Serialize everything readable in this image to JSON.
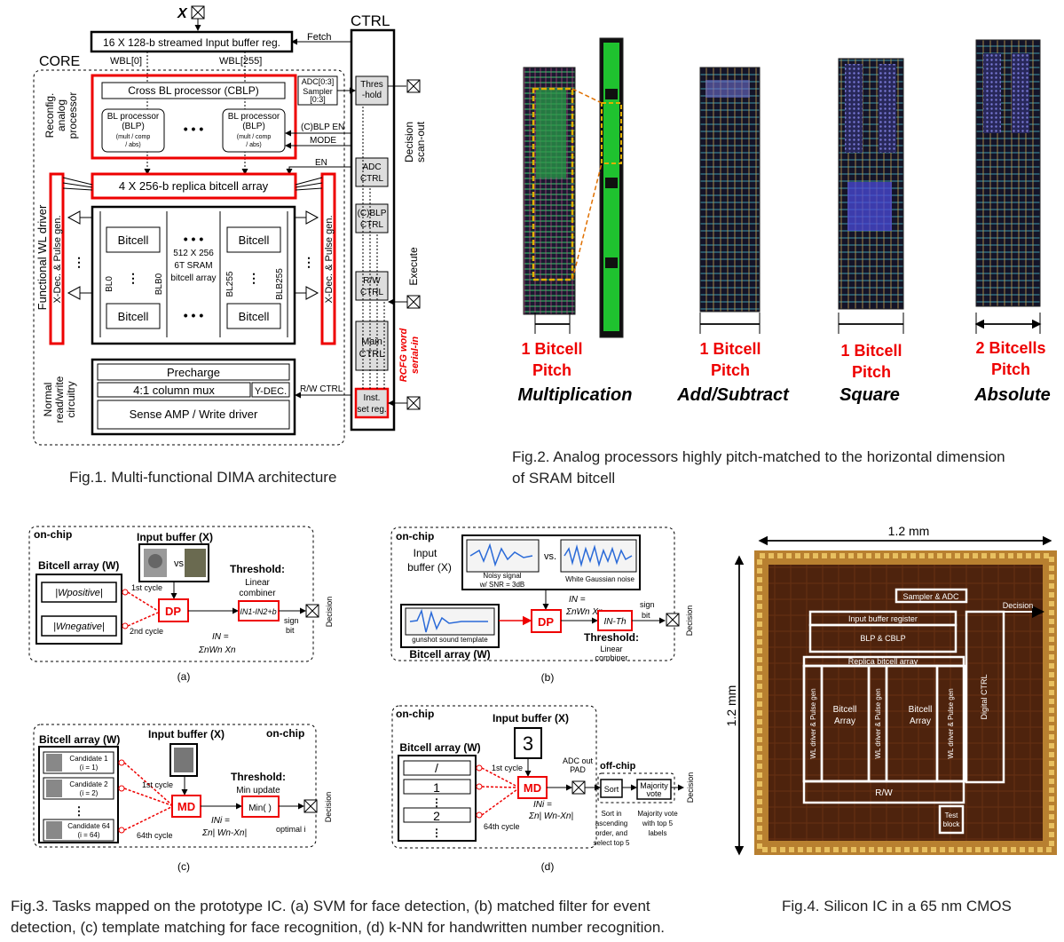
{
  "fig1": {
    "x_label": "X",
    "input_buffer": "16 X 128-b streamed Input buffer reg.",
    "fetch": "Fetch",
    "ctrl": "CTRL",
    "core": "CORE",
    "wbl0": "WBL[0]",
    "wbl255": "WBL[255]",
    "reconfig_label_1": "Reconfig.",
    "reconfig_label_2": "analog",
    "reconfig_label_3": "processor",
    "cblp": "Cross BL processor (CBLP)",
    "blp_1": "BL processor",
    "blp_2": "(BLP)",
    "blp_3": "(mult / comp",
    "blp_4": "/ abs)",
    "dots": "• • •",
    "adc_1": "ADC[0:3]",
    "adc_2": "Sampler",
    "adc_3": "[0:3]",
    "thres_1": "Thres",
    "thres_2": "-hold",
    "blp_en": "(C)BLP EN",
    "mode": "MODE",
    "en": "EN",
    "decision_1": "Decision",
    "decision_2": "scan-out",
    "replica": "4 X 256-b replica bitcell array",
    "adc_ctrl_1": "ADC",
    "adc_ctrl_2": "CTRL",
    "cblp_ctrl_1": "(C)BLP",
    "cblp_ctrl_2": "CTRL",
    "rw_ctrl_1": "R/W",
    "rw_ctrl_2": "CTRL",
    "main_ctrl_1": "Main",
    "main_ctrl_2": "CTRL",
    "inst_1": "Inst.",
    "inst_2": "set reg.",
    "execute": "Execute",
    "rcfg_1": "RCFG word",
    "rcfg_2": "serial-in",
    "wl_driver": "Functional WL driver",
    "xdec": "X-Dec. & Pulse gen.",
    "bitcell": "Bitcell",
    "sram_1": "512 X 256",
    "sram_2": "6T SRAM",
    "sram_3": "bitcell array",
    "bl0": "BL0",
    "blb0": "BLB0",
    "bl255": "BL255",
    "blb255": "BLB255",
    "precharge": "Precharge",
    "mux": "4:1 column mux",
    "ydec": "Y-DEC.",
    "sense": "Sense AMP / Write driver",
    "rw_ctrl_label": "R/W CTRL",
    "normal_1": "Normal",
    "normal_2": "read/write",
    "normal_3": "circuitry",
    "caption": "Fig.1. Multi-functional DIMA architecture"
  },
  "fig2": {
    "pitch_1": "1 Bitcell",
    "pitch_1b": "Pitch",
    "pitch_2": "1 Bitcell",
    "pitch_2b": "Pitch",
    "pitch_3": "1 Bitcell",
    "pitch_3b": "Pitch",
    "pitch_4": "2 Bitcells",
    "pitch_4b": "Pitch",
    "op_1": "Multiplication",
    "op_2": "Add/Subtract",
    "op_3": "Square",
    "op_4": "Absolute",
    "caption_1": "Fig.2. Analog processors highly pitch-matched to the horizontal dimension",
    "caption_2": "of SRAM bitcell"
  },
  "fig3": {
    "a": {
      "onchip": "on-chip",
      "input_buffer": "Input buffer (X)",
      "vs": "vs.",
      "bitcell_array": "Bitcell  array (W)",
      "w_pos": "|Wpositive|",
      "w_neg": "|Wnegative|",
      "cycle1": "1st cycle",
      "cycle2": "2nd cycle",
      "dp": "DP",
      "in_eq_1": "IN =",
      "in_eq_2": "ΣnWn Xn",
      "threshold": "Threshold:",
      "thr_1": "Linear",
      "thr_2": "combiner",
      "comb": "IN1-IN2+b",
      "sign_1": "sign",
      "sign_2": "bit",
      "decision": "Decision",
      "label": "(a)"
    },
    "b": {
      "onchip": "on-chip",
      "input_1": "Input",
      "input_2": "buffer (X)",
      "noisy_1": "Noisy signal",
      "noisy_2": "w/ SNR = 3dB",
      "vs": "vs.",
      "white": "White Gaussian noise",
      "gunshot": "gunshot sound template",
      "bitcell_array": "Bitcell  array (W)",
      "dp": "DP",
      "in_eq_1": "IN =",
      "in_eq_2": "ΣnWn Xn",
      "inth": "IN-Th",
      "threshold": "Threshold:",
      "thr_1": "Linear",
      "thr_2": "combiner",
      "sign_1": "sign",
      "sign_2": "bit",
      "decision": "Decision",
      "label": "(b)"
    },
    "c": {
      "bitcell_array": "Bitcell  array (W)",
      "input_buffer": "Input buffer (X)",
      "onchip": "on-chip",
      "cand1_1": "Candidate 1",
      "cand1_2": "(i = 1)",
      "cand2_1": "Candidate 2",
      "cand2_2": "(i = 2)",
      "cand64_1": "Candidate 64",
      "cand64_2": "(i = 64)",
      "cycle1": "1st cycle",
      "cycle64": "64th cycle",
      "md": "MD",
      "in_eq_1": "INi =",
      "in_eq_2": "Σn| Wn-Xn|",
      "threshold": "Threshold:",
      "thr_1": "Min update",
      "min": "Min( )",
      "optimal": "optimal i",
      "decision": "Decision",
      "label": "(c)"
    },
    "d": {
      "onchip": "on-chip",
      "input_buffer": "Input buffer (X)",
      "digit": "3",
      "bitcell_array": "Bitcell  array (W)",
      "d1": "/",
      "d2": "1",
      "d3": "2",
      "cycle1": "1st cycle",
      "cycle64": "64th cycle",
      "md": "MD",
      "in_eq_1": "INi =",
      "in_eq_2": "Σn| Wn-Xn|",
      "adc_1": "ADC out",
      "adc_2": "PAD",
      "offchip": "off-chip",
      "sort": "Sort",
      "majority_1": "Majority",
      "majority_2": "vote",
      "sort_d_1": "Sort in",
      "sort_d_2": "ascending",
      "sort_d_3": "order, and",
      "sort_d_4": "select top 5",
      "maj_d_1": "Majority vote",
      "maj_d_2": "with top 5",
      "maj_d_3": "labels",
      "decision": "Decision",
      "label": "(d)"
    },
    "caption_1": "Fig.3. Tasks mapped on the prototype IC. (a) SVM for face detection, (b) matched filter for event",
    "caption_2": "detection, (c) template matching for face recognition, (d) k-NN for handwritten number recognition."
  },
  "fig4": {
    "width_label": "1.2 mm",
    "height_label": "1.2 mm",
    "sampler": "Sampler & ADC",
    "decision": "Decision",
    "input_reg": "Input buffer register",
    "blp": "BLP & CBLP",
    "replica": "Replica bitcell array",
    "wl_1": "WL driver & Pulse gen",
    "wl_2": "WL driver & Pulse gen",
    "wl_3": "WL driver & Pulse gen",
    "bitcell_1": "Bitcell",
    "array_1": "Array",
    "bitcell_2": "Bitcell",
    "array_2": "Array",
    "digital": "Digital CTRL",
    "rw": "R/W",
    "test_1": "Test",
    "test_2": "block",
    "caption": "Fig.4. Silicon IC in a 65 nm CMOS"
  }
}
